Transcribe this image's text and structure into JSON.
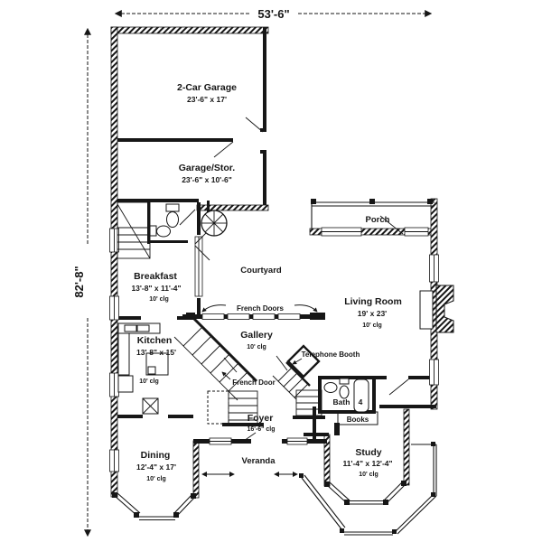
{
  "plan": {
    "colors": {
      "ink": "#161616",
      "bg": "#ffffff"
    },
    "dim_width": "53'-6\"",
    "dim_height": "82'-8\"",
    "rooms": {
      "garage": {
        "name": "2-Car Garage",
        "size": "23'-6\" x 17'"
      },
      "garage_stor": {
        "name": "Garage/Stor.",
        "size": "23'-6\" x 10'-6\""
      },
      "porch": {
        "name": "Porch"
      },
      "courtyard": {
        "name": "Courtyard"
      },
      "breakfast": {
        "name": "Breakfast",
        "size": "13'-8\" x 11'-4\"",
        "clg": "10' clg"
      },
      "living": {
        "name": "Living Room",
        "size": "19' x 23'",
        "clg": "10' clg"
      },
      "kitchen": {
        "name": "Kitchen",
        "size": "13'-8\" x 15'",
        "clg": "10' clg"
      },
      "gallery": {
        "name": "Gallery",
        "clg": "10' clg"
      },
      "telephone_booth": {
        "name": "Telephone Booth"
      },
      "bath": {
        "name": "Bath",
        "number": "4"
      },
      "books": {
        "name": "Books"
      },
      "foyer": {
        "name": "Foyer",
        "clg": "16'-6\" clg"
      },
      "dining": {
        "name": "Dining",
        "size": "12'-4\" x 17'",
        "clg": "10' clg"
      },
      "study": {
        "name": "Study",
        "size": "11'-4\" x 12'-4\"",
        "clg": "10' clg"
      },
      "veranda": {
        "name": "Veranda"
      }
    },
    "doors": {
      "french_doors": "French Doors",
      "french_door": "French Door"
    }
  }
}
